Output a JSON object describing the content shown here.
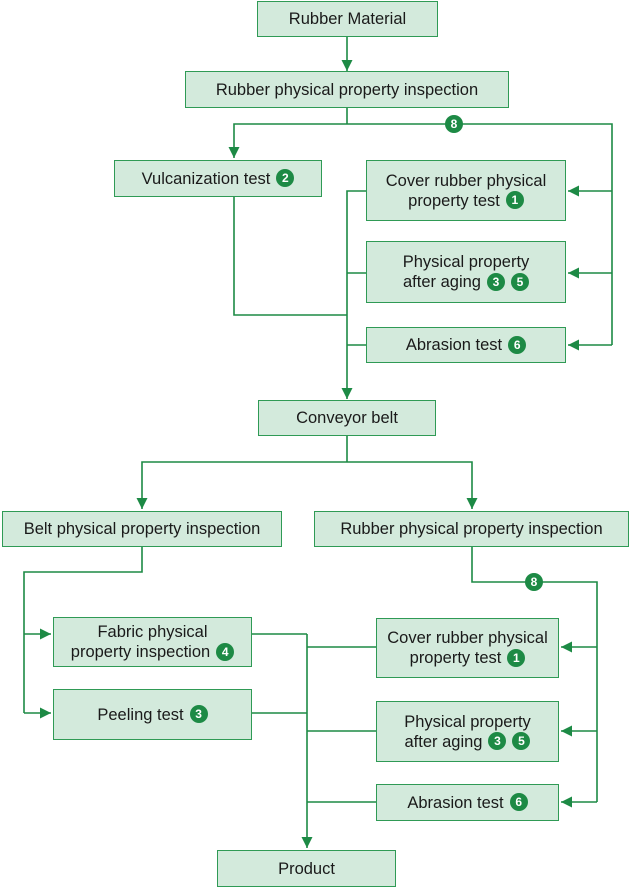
{
  "colors": {
    "line": "#1d8a45",
    "box_fill": "#d3eadc",
    "box_border": "#2f9a55",
    "badge": "#1d8a45"
  },
  "nodes": {
    "rubber_material": {
      "label": "Rubber Material"
    },
    "rubber_inspection_top": {
      "label": "Rubber physical property inspection"
    },
    "vulcanization_test": {
      "label": "Vulcanization test",
      "badges": [
        "2"
      ]
    },
    "cover_rubber_top": {
      "lines": [
        "Cover rubber physical",
        "property test"
      ],
      "badges": [
        "1"
      ]
    },
    "aging_top": {
      "lines": [
        "Physical property",
        "after aging"
      ],
      "badges": [
        "3",
        "5"
      ]
    },
    "abrasion_top": {
      "label": "Abrasion test",
      "badges": [
        "6"
      ]
    },
    "conveyor_belt": {
      "label": "Conveyor belt"
    },
    "belt_inspection": {
      "label": "Belt physical property inspection"
    },
    "rubber_inspection_bottom": {
      "label": "Rubber physical property inspection"
    },
    "fabric_inspection": {
      "lines": [
        "Fabric physical",
        "property inspection"
      ],
      "badges": [
        "4"
      ]
    },
    "peeling_test": {
      "label": "Peeling test",
      "badges": [
        "3"
      ]
    },
    "cover_rubber_bottom": {
      "lines": [
        "Cover rubber physical",
        "property test"
      ],
      "badges": [
        "1"
      ]
    },
    "aging_bottom": {
      "lines": [
        "Physical property",
        "after aging"
      ],
      "badges": [
        "3",
        "5"
      ]
    },
    "abrasion_bottom": {
      "label": "Abrasion test",
      "badges": [
        "6"
      ]
    },
    "product": {
      "label": "Product"
    }
  },
  "junction_badges": {
    "top": "8",
    "bottom": "8"
  }
}
